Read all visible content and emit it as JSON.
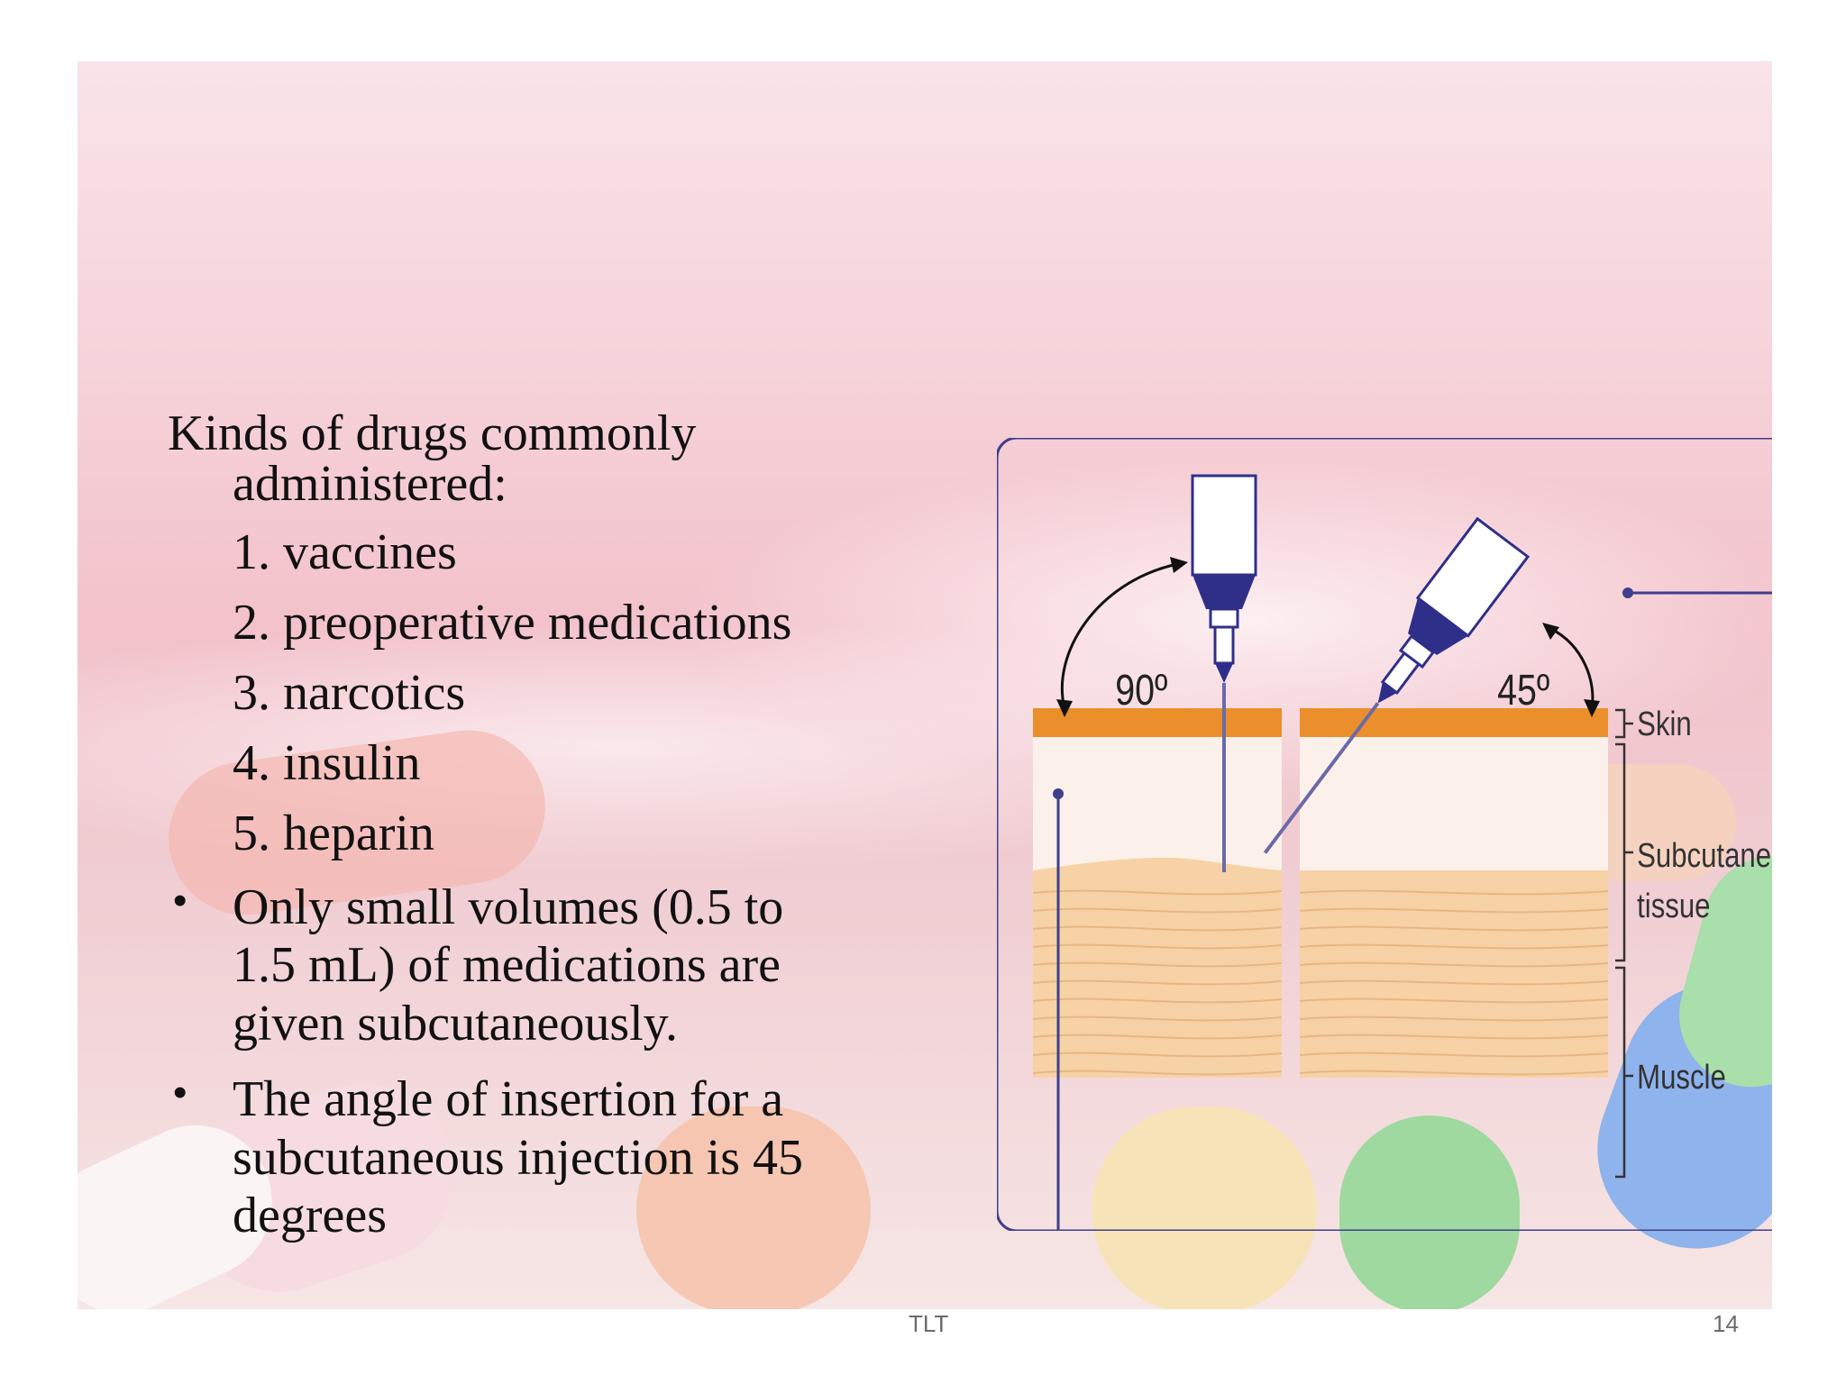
{
  "heading": {
    "line1": "Kinds of drugs commonly",
    "line2": "administered:"
  },
  "drug_list": [
    "1. vaccines",
    "2. preoperative medications",
    "3. narcotics",
    "4. insulin",
    "5. heparin"
  ],
  "bullets": [
    {
      "symbol": "•",
      "lines": [
        "Only small volumes (0.5 to",
        "1.5 mL) of medications are",
        "given subcutaneously."
      ]
    },
    {
      "symbol": "•",
      "lines": [
        "The angle of insertion for a",
        "subcutaneous injection is 45",
        "degrees"
      ]
    }
  ],
  "diagram": {
    "angle_left": "90º",
    "angle_right": "45º",
    "label_skin": "Skin",
    "label_subq_1": "Subcutaneous",
    "label_subq_2": "tissue",
    "label_muscle": "Muscle",
    "colors": {
      "skin": "#ea8f2b",
      "subcutaneous": "#fbf1ea",
      "muscle": "#f6d2a6",
      "muscle_lines": "#e7b785",
      "frame": "#3f3f8c",
      "syringe_blue": "#2f2f8a",
      "needle": "#6a6aa8"
    }
  },
  "footer": {
    "center": "TLT",
    "page_number": "14"
  }
}
